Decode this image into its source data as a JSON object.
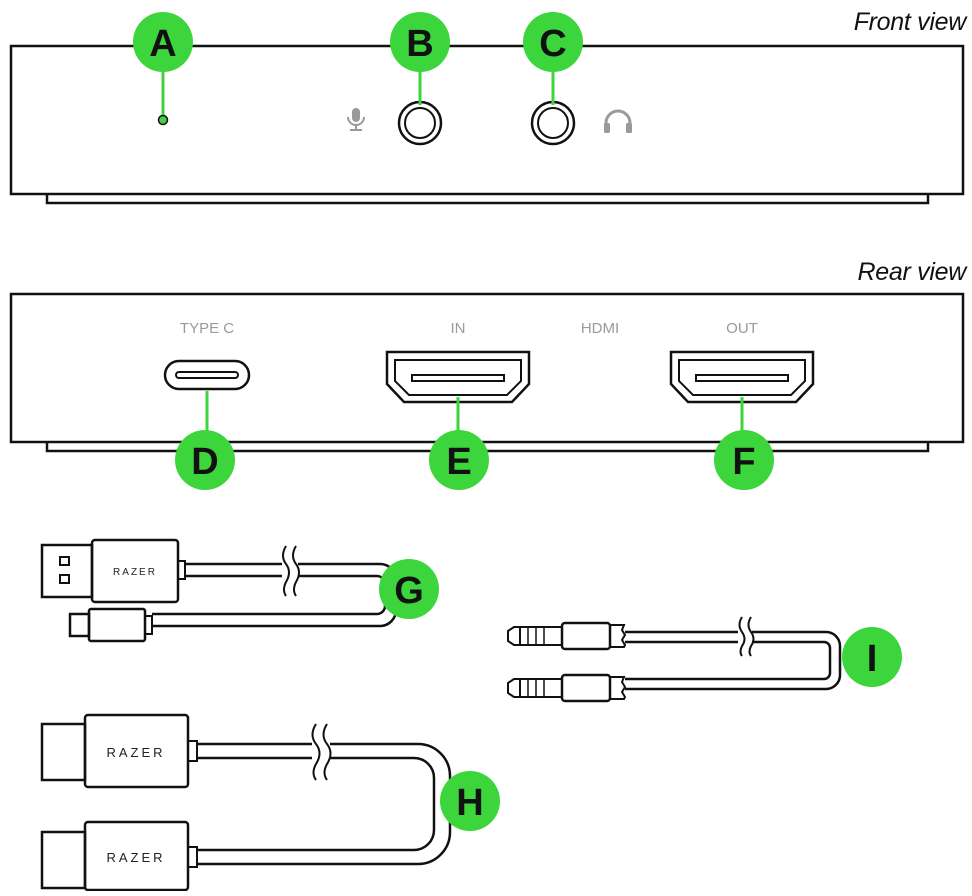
{
  "views": {
    "front": {
      "caption": "Front view"
    },
    "rear": {
      "caption": "Rear view"
    }
  },
  "port_labels": {
    "type_c": "TYPE C",
    "hdmi_in": "IN",
    "hdmi": "HDMI",
    "hdmi_out": "OUT"
  },
  "brand": {
    "usb_cable": "RAZER",
    "hdmi_cable_1": "RAZER",
    "hdmi_cable_2": "RAZER"
  },
  "callouts": {
    "a": "A",
    "b": "B",
    "c": "C",
    "d": "D",
    "e": "E",
    "f": "F",
    "g": "G",
    "h": "H",
    "i": "I"
  },
  "colors": {
    "callout_green": "#3cd63c",
    "led_green": "#44d044",
    "outline": "#111111",
    "port_label_gray": "#9a9a9a",
    "icon_gray": "#9a9a9a"
  },
  "icons": {
    "mic": "microphone-icon",
    "headphones": "headphones-icon"
  }
}
